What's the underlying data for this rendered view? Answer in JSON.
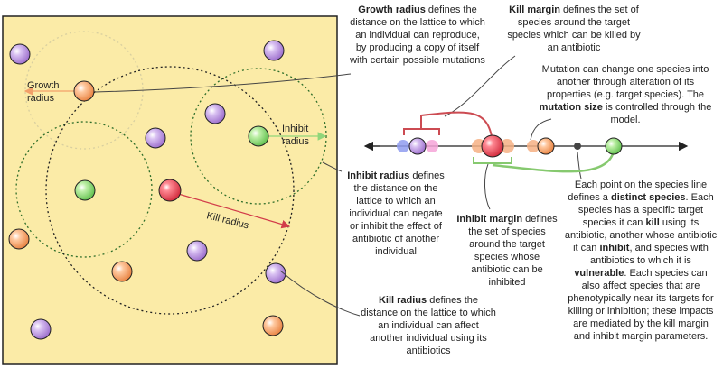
{
  "colors": {
    "panel_fill": "#fbeba7",
    "purple": "#b98ee0",
    "orange": "#f2a06a",
    "green": "#8fd67a",
    "red": "#e84b5b",
    "arrow_red": "#d23c4a",
    "arrow_green": "#8fd67a",
    "margin_red": "#cc4b52",
    "margin_green": "#86c96f",
    "dot_dark": "#444444",
    "line": "#222222"
  },
  "panel_labels": {
    "growth": "Growth radius",
    "inhibit": "Inhibit radius",
    "kill": "Kill radius"
  },
  "annotations": {
    "growth": {
      "bold": "Growth radius",
      "rest": " defines the distance on the lattice to which an individual can reproduce, by producing a copy of itself with certain possible mutations"
    },
    "kill_margin": {
      "bold": "Kill margin",
      "rest": " defines the set of species around the target species which can be killed by an antibiotic"
    },
    "mutation": {
      "pre": "Mutation can change one species into another through alteration of its properties (e.g. target species). The ",
      "bold": "mutation size",
      "post": " is controlled through the model."
    },
    "inhibit_radius": {
      "bold": "Inhibit radius",
      "rest": " defines the distance on the lattice to which an individual can negate or inhibit the effect of antibiotic of another individual"
    },
    "inhibit_margin": {
      "bold": "Inhibit margin",
      "rest": " defines the set of species around the target species whose antibiotic can be inhibited"
    },
    "kill_radius": {
      "bold": "Kill radius",
      "rest": " defines the distance on the lattice to which an individual can affect another individual using its antibiotics"
    },
    "species_line": {
      "p1": "Each point on the species line defines a ",
      "b1": "distinct species",
      "p2": ". Each species has a specific target species it can ",
      "b2": "kill",
      "p3": " using its antibiotic, another whose antibiotic it can ",
      "b3": "inhibit",
      "p4": ", and species with antibiotics to which it is ",
      "b4": "vulnerable",
      "p5": ". Each species can also affect species that are phenotypically near its targets for killing or inhibition; these impacts are mediated by the kill margin and inhibit margin parameters."
    }
  }
}
